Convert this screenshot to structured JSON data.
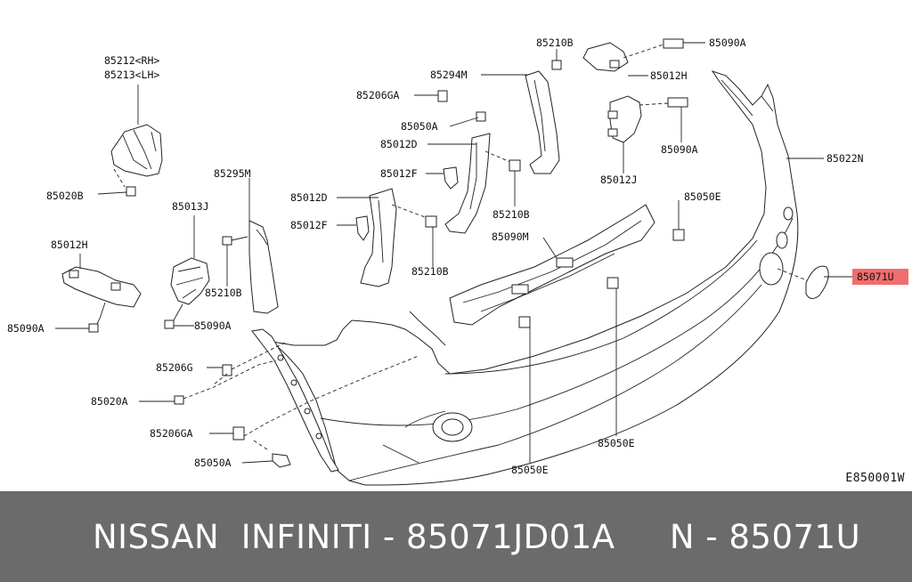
{
  "diagram": {
    "code": "E850001W",
    "highlight_color": "#f26d6d",
    "labels": [
      {
        "id": "l1",
        "text": "85212<RH>"
      },
      {
        "id": "l2",
        "text": "85213<LH>"
      },
      {
        "id": "l3",
        "text": "85020B"
      },
      {
        "id": "l4",
        "text": "85295M"
      },
      {
        "id": "l5",
        "text": "85013J"
      },
      {
        "id": "l6",
        "text": "85012H"
      },
      {
        "id": "l7",
        "text": "85210B"
      },
      {
        "id": "l8",
        "text": "85090A"
      },
      {
        "id": "l9",
        "text": "85090A"
      },
      {
        "id": "l10",
        "text": "85206G"
      },
      {
        "id": "l11",
        "text": "85020A"
      },
      {
        "id": "l12",
        "text": "85206GA"
      },
      {
        "id": "l13",
        "text": "85050A"
      },
      {
        "id": "l14",
        "text": "85210B"
      },
      {
        "id": "l15",
        "text": "85294M"
      },
      {
        "id": "l16",
        "text": "85206GA"
      },
      {
        "id": "l17",
        "text": "85050A"
      },
      {
        "id": "l18",
        "text": "85012D"
      },
      {
        "id": "l19",
        "text": "85012F"
      },
      {
        "id": "l20",
        "text": "85012D"
      },
      {
        "id": "l21",
        "text": "85012F"
      },
      {
        "id": "l22",
        "text": "85210B"
      },
      {
        "id": "l23",
        "text": "85210B"
      },
      {
        "id": "l24",
        "text": "85090M"
      },
      {
        "id": "l25",
        "text": "85090A"
      },
      {
        "id": "l26",
        "text": "85012H"
      },
      {
        "id": "l27",
        "text": "85090A"
      },
      {
        "id": "l28",
        "text": "85012J"
      },
      {
        "id": "l29",
        "text": "85050E"
      },
      {
        "id": "l30",
        "text": "85022N"
      },
      {
        "id": "l31",
        "text": "85071U"
      },
      {
        "id": "l32",
        "text": "85050E"
      },
      {
        "id": "l33",
        "text": "85050E"
      }
    ]
  },
  "footer": {
    "text": "NISSAN  INFINITI - 85071JD01A     N - 85071U"
  }
}
